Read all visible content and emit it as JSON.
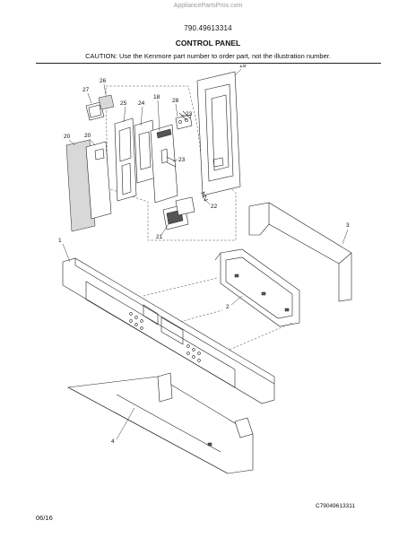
{
  "watermark": "AppliancePartsPros.com",
  "model_number": "790.49613314",
  "section_title": "CONTROL PANEL",
  "caution_text": "CAUTION: Use the Kenmore part number to order part, not the illustration number.",
  "figure_code": "C79049613311",
  "footer_date": "06/16",
  "callouts": {
    "p1": "1",
    "p2": "2",
    "p3": "3",
    "p4": "4",
    "p18": "18",
    "p19": "19",
    "p20a": "20",
    "p20b": "20",
    "p21": "21",
    "p22": "22",
    "p23a": "23",
    "p23b": "23",
    "p24": "24",
    "p25": "25",
    "p26": "26",
    "p27": "27",
    "p28": "28"
  }
}
